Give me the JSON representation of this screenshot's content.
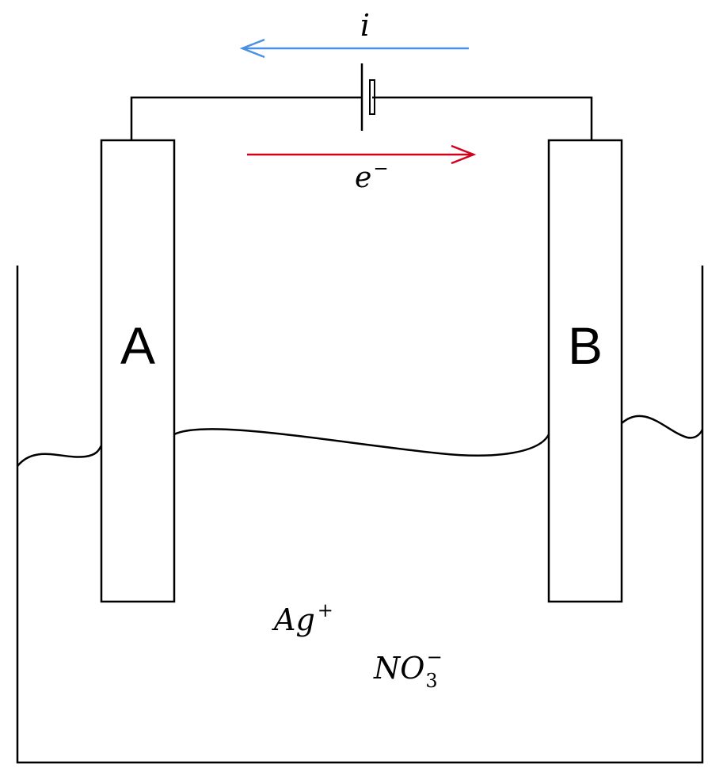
{
  "electrodes": {
    "left": {
      "label": "A"
    },
    "right": {
      "label": "B"
    }
  },
  "current_arrow": {
    "label": "i",
    "color": "#4a90e2",
    "direction": "right-to-left"
  },
  "electron_arrow": {
    "label_base": "e",
    "label_sup": "−",
    "color": "#d0021b",
    "direction": "left-to-right"
  },
  "ions": {
    "cation": {
      "base": "Ag",
      "sup": "+"
    },
    "anion": {
      "base": "NO",
      "sub": "3",
      "sup": "−"
    }
  },
  "components": {
    "battery": "battery-icon",
    "vessel": "beaker",
    "liquid": "electrolyte-surface"
  }
}
